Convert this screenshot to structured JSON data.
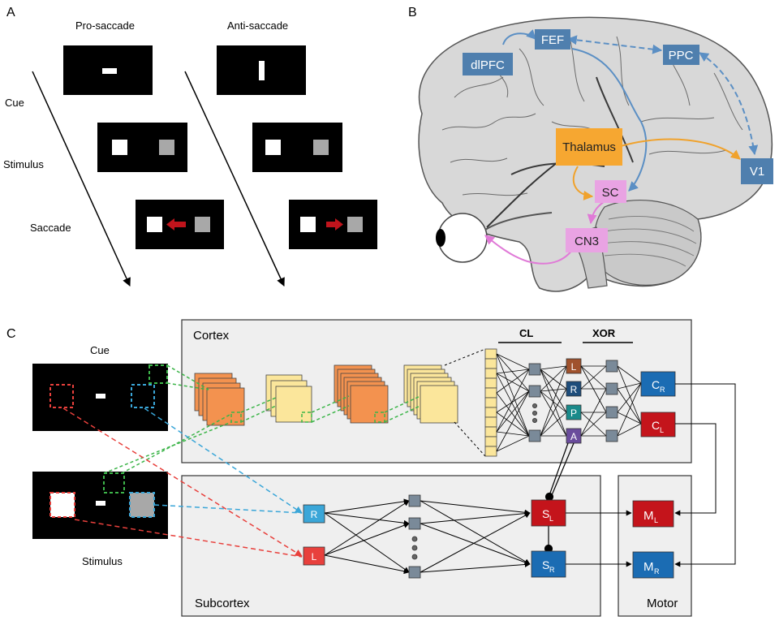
{
  "panels": {
    "a": "A",
    "b": "B",
    "c": "C"
  },
  "panel_a": {
    "pro_title": "Pro-saccade",
    "anti_title": "Anti-saccade",
    "phase_cue": "Cue",
    "phase_stimulus": "Stimulus",
    "phase_saccade": "Saccade"
  },
  "panel_b": {
    "regions": {
      "dlpfc": "dlPFC",
      "fef": "FEF",
      "ppc": "PPC",
      "thalamus": "Thalamus",
      "v1": "V1",
      "sc": "SC",
      "cn3": "CN3"
    }
  },
  "panel_c": {
    "input_cue": "Cue",
    "input_stimulus": "Stimulus",
    "cortex": "Cortex",
    "subcortex": "Subcortex",
    "motor": "Motor",
    "cl": "CL",
    "xor": "XOR",
    "rule_units": [
      "L",
      "R",
      "P",
      "A"
    ],
    "cortex_out": {
      "cr": "C",
      "cr_sub": "R",
      "cl": "C",
      "cl_sub": "L"
    },
    "sub_in": {
      "r": "R",
      "l": "L"
    },
    "sub_out": {
      "sl": "S",
      "sl_sub": "L",
      "sr": "S",
      "sr_sub": "R"
    },
    "motor_out": {
      "ml": "M",
      "ml_sub": "L",
      "mr": "M",
      "mr_sub": "R"
    }
  },
  "colors": {
    "region_blue": "#4f7fae",
    "thalamus_orange": "#f6a731",
    "sc_pink": "#e07ad7",
    "red_arrow": "#c0141c",
    "green_dash": "#3db54a",
    "blue_dash": "#3aa6d8",
    "red_dash": "#e8403c",
    "conv_orange": "#f3924f",
    "conv_yellow": "#fbe69b",
    "unit_red": "#c4141b",
    "unit_blue": "#1b6cb3"
  }
}
